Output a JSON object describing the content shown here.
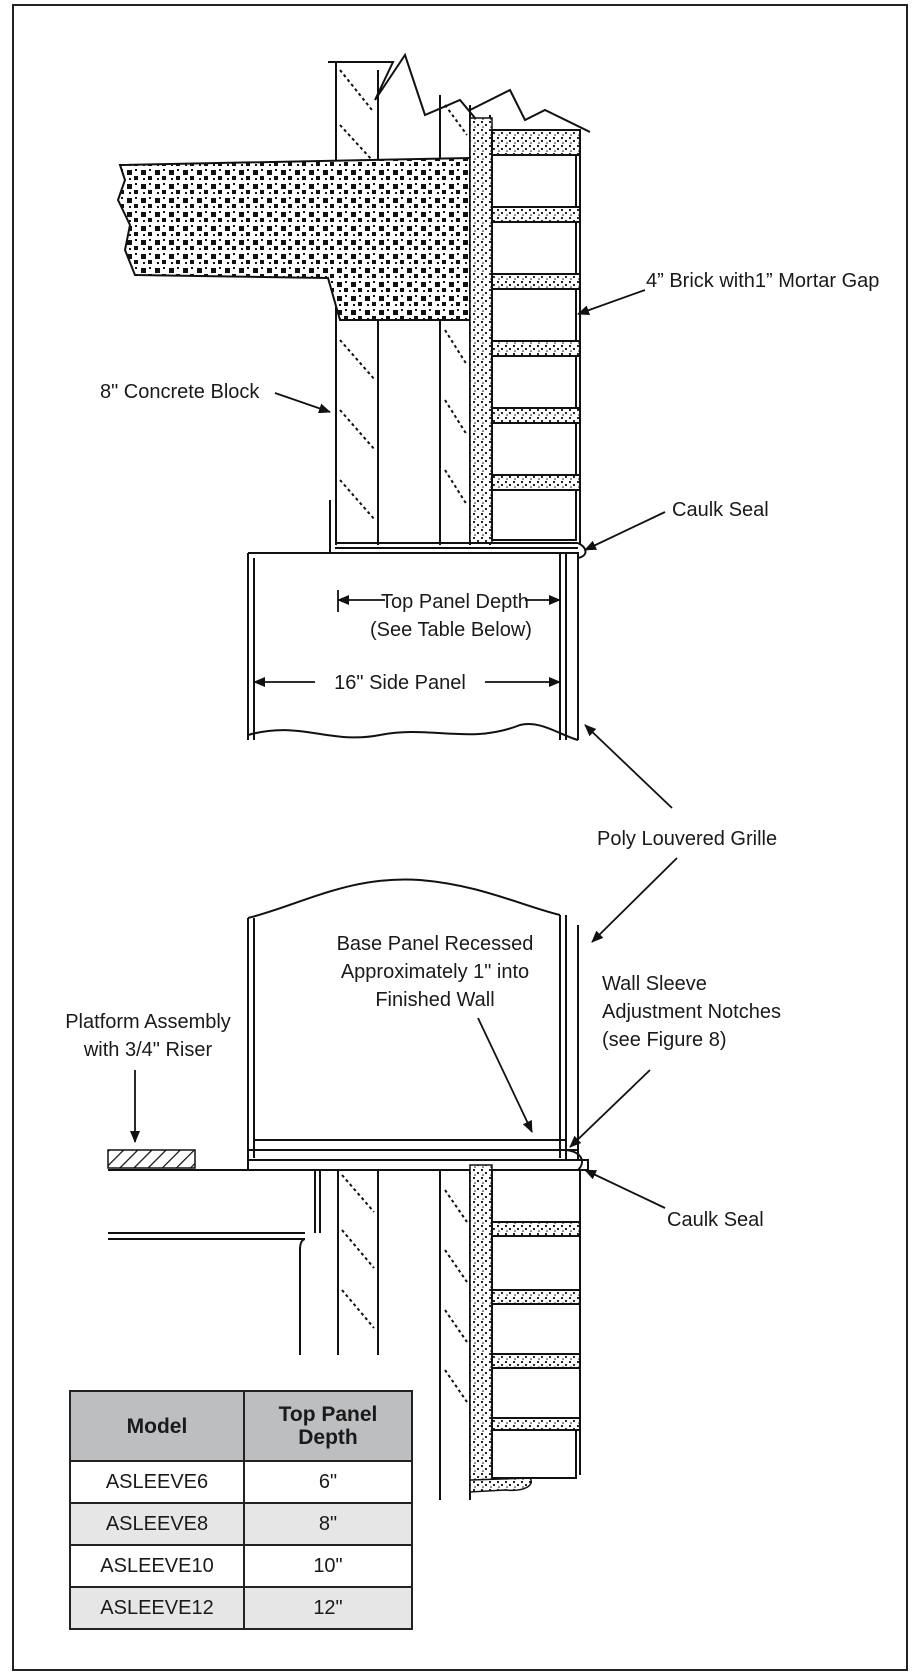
{
  "labels": {
    "brick": "4” Brick with1” Mortar Gap",
    "block": "8\" Concrete Block",
    "caulk_top": "Caulk Seal",
    "top_depth_1": "Top Panel Depth",
    "top_depth_2": "(See Table Below)",
    "side_panel": "16\" Side Panel",
    "grille": "Poly Louvered Grille",
    "base_1": "Base Panel Recessed",
    "base_2": "Approximately 1\" into",
    "base_3": "Finished Wall",
    "notch_1": "Wall Sleeve",
    "notch_2": "Adjustment Notches",
    "notch_3": "(see Figure 8)",
    "platform_1": "Platform Assembly",
    "platform_2": "with 3/4\" Riser",
    "caulk_bottom": "Caulk Seal"
  },
  "table": {
    "header_model": "Model",
    "header_depth_1": "Top Panel",
    "header_depth_2": "Depth",
    "rows": [
      {
        "model": "ASLEEVE6",
        "depth": "6\""
      },
      {
        "model": "ASLEEVE8",
        "depth": "8\""
      },
      {
        "model": "ASLEEVE10",
        "depth": "10\""
      },
      {
        "model": "ASLEEVE12",
        "depth": "12\""
      }
    ]
  }
}
